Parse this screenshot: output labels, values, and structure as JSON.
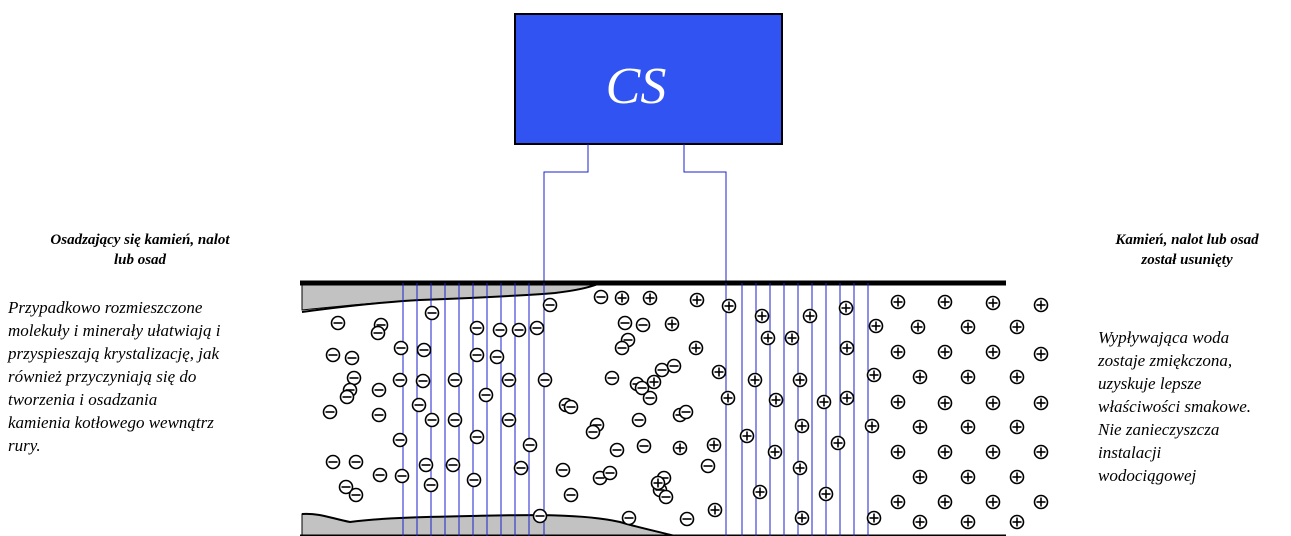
{
  "device": {
    "label": "CS",
    "fill_color": "#3153f1",
    "wire_color": "#1b22c8"
  },
  "left_panel": {
    "title_lines": [
      "Osadzający się kamień, nalot",
      "lub osad"
    ],
    "description_lines": [
      "Przypadkowo rozmieszczone",
      "molekuły i minerały ułatwiają i",
      "przyspieszają krystalizację, jak",
      "również przyczyniają się do",
      "tworzenia i osadzania",
      "kamienia kotłowego wewnątrz",
      "rury."
    ]
  },
  "right_panel": {
    "title_lines": [
      "Kamień, nalot lub osad",
      "został usunięty"
    ],
    "description_lines": [
      "Wypływająca woda",
      "zostaje zmiękczona,",
      "uzyskuje lepsze",
      "właściwości smakowe.",
      "Nie zanieczyszcza",
      "instalacji",
      "wodociągowej"
    ]
  },
  "pipe": {
    "deposit_color": "#c2c2c2",
    "wall_color": "#000000"
  },
  "ions": {
    "negative_symbol": "minus-ion",
    "positive_symbol": "plus-ion"
  }
}
